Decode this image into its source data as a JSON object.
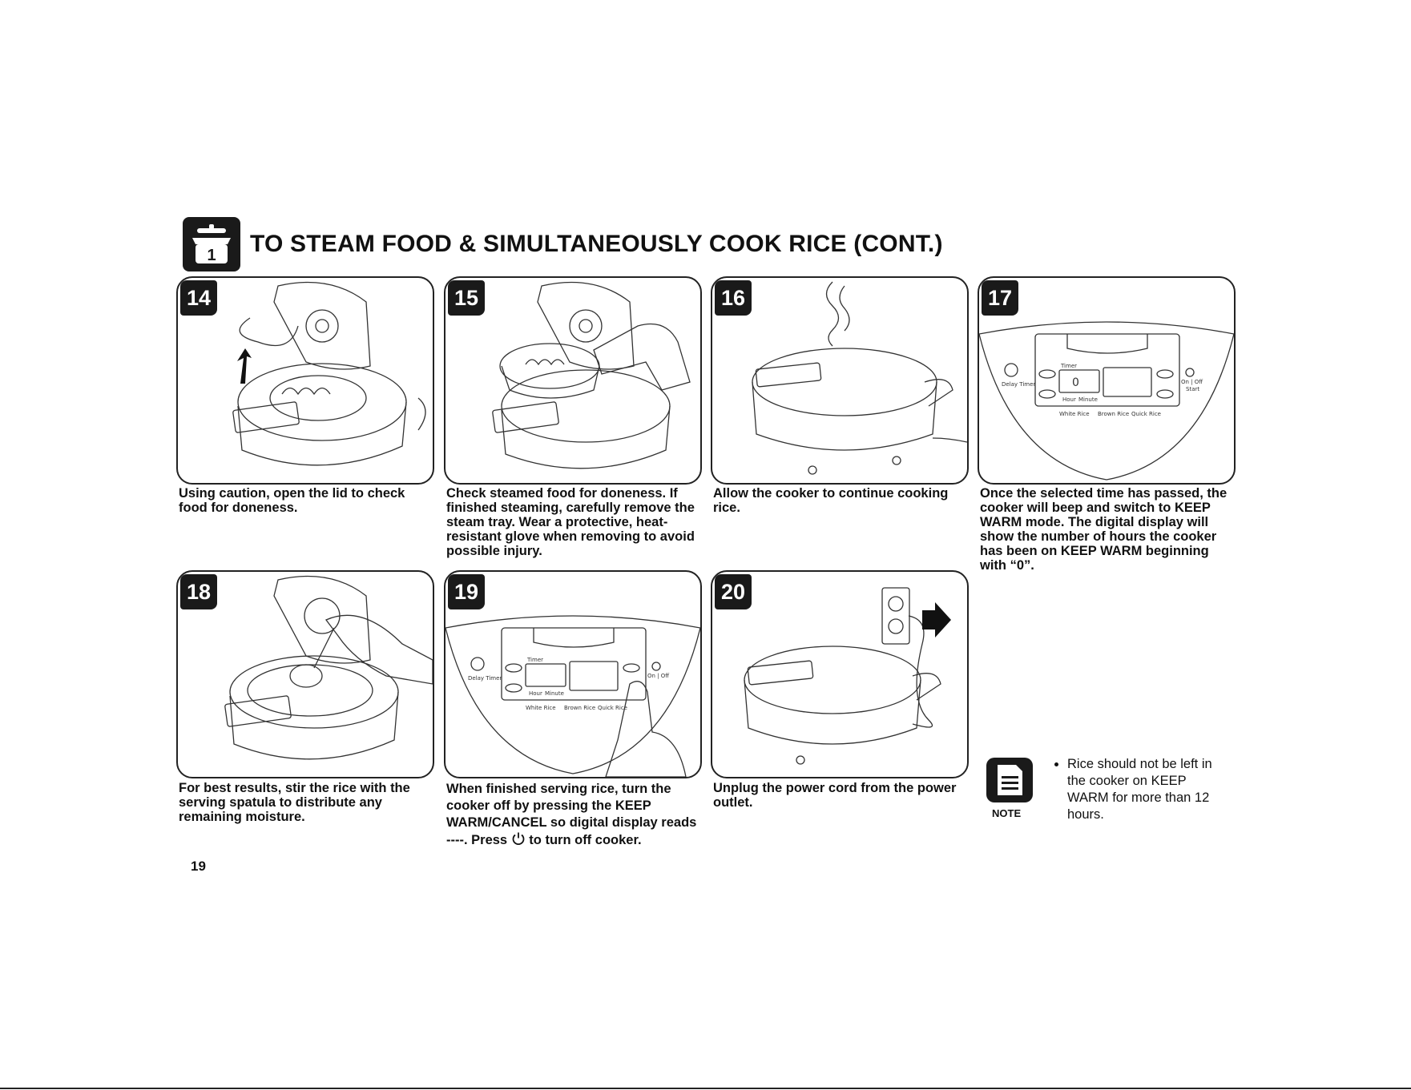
{
  "header": {
    "title": "TO STEAM FOOD & SIMULTANEOUSLY COOK RICE (CONT.)",
    "icon_number": "1",
    "icon": "pot-icon"
  },
  "steps": [
    {
      "number": "14",
      "caption": "Using caution, open the lid to check food for doneness."
    },
    {
      "number": "15",
      "caption": "Check steamed food for doneness. If finished steaming, carefully remove the steam tray. Wear a protective, heat-resistant glove when removing to avoid possible injury."
    },
    {
      "number": "16",
      "caption": "Allow the cooker to continue cooking rice."
    },
    {
      "number": "17",
      "caption": "Once the selected time has passed, the cooker will beep and switch to KEEP WARM mode. The digital display will show the number of hours the cooker has been on KEEP WARM beginning with “0”."
    },
    {
      "number": "18",
      "caption": "For best results, stir the rice with the serving spatula to distribute any remaining moisture."
    },
    {
      "number": "19",
      "caption_before": "When finished serving rice, turn the cooker off by pressing the KEEP WARM/CANCEL so digital display reads ----. Press",
      "caption_after": "to turn off cooker."
    },
    {
      "number": "20",
      "caption": "Unplug the power cord from the power outlet."
    }
  ],
  "control_panel": {
    "timer": "Timer",
    "delay_timer": "Delay Timer",
    "hour": "Hour",
    "minute": "Minute",
    "on_off": "On | Off",
    "start": "Start",
    "white_rice": "White Rice",
    "brown_rice": "Brown Rice",
    "quick_rice": "Quick Rice",
    "display": "0"
  },
  "note": {
    "label": "NOTE",
    "text": "Rice should not be left in the cooker on KEEP WARM for more than 12 hours."
  },
  "page_number": "19"
}
